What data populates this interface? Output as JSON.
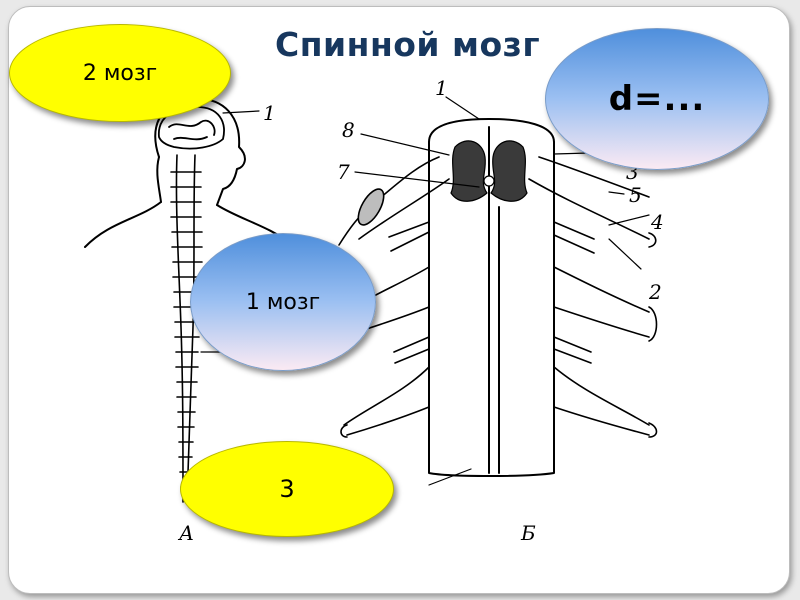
{
  "slide": {
    "title": "Спинной мозг"
  },
  "bubbles": {
    "brain2": "2 мозг",
    "d": "d=...",
    "brain1": "1 мозг",
    "three": "3"
  },
  "figure": {
    "panel_a_label": "А",
    "panel_b_label": "Б",
    "callouts_a": [
      "1"
    ],
    "callouts_b": [
      "1",
      "8",
      "7",
      "3",
      "5",
      "4",
      "2"
    ]
  },
  "colors": {
    "title": "#17375e",
    "yellow_bubble": "#ffff00",
    "blue_bubble_top": "#4f8fdc",
    "blue_bubble_bottom": "#fbeaf3"
  }
}
